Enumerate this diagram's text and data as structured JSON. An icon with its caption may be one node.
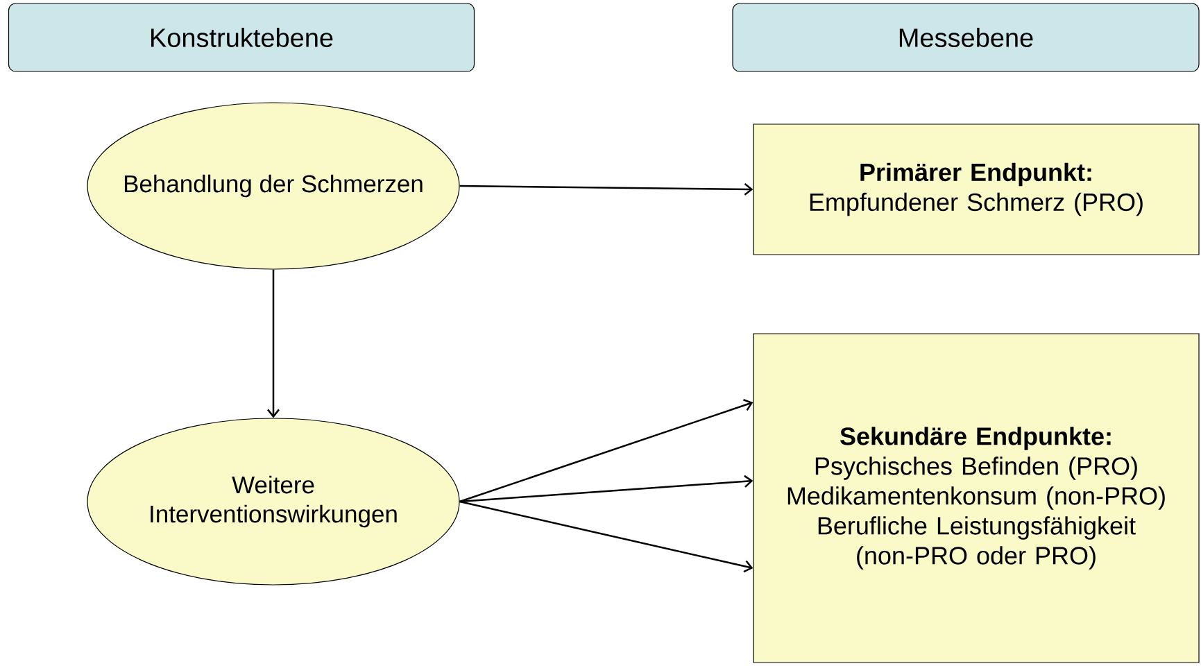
{
  "diagram": {
    "nodes": [
      {
        "text": [
          "Konstruktebene"
        ]
      },
      {
        "text": [
          "Messebene"
        ]
      },
      {
        "text": [
          "Behandlung der Schmerzen"
        ]
      },
      {
        "text": [
          "Primärer Endpunkt:",
          "Empfundener Schmerz (PRO)"
        ]
      },
      {
        "text": [
          "Weitere Interventionswirkungen"
        ]
      },
      {
        "text": [
          "Sekundäre Endpunkte:",
          "Psychisches Befinden (PRO)",
          "Medikamentenkonsum (non-PRO)",
          "Berufliche Leistungsfähigkeit (non-PRO oder PRO)"
        ]
      }
    ],
    "edges": [
      {
        "from": 2,
        "to": 3,
        "arrow": "to"
      },
      {
        "from": 2,
        "to": 4,
        "arrow": "to"
      },
      {
        "from": 4,
        "to": 5,
        "arrow": "to"
      },
      {
        "from": 4,
        "to": 5,
        "arrow": "to"
      },
      {
        "from": 4,
        "to": 5,
        "arrow": "to"
      }
    ]
  }
}
